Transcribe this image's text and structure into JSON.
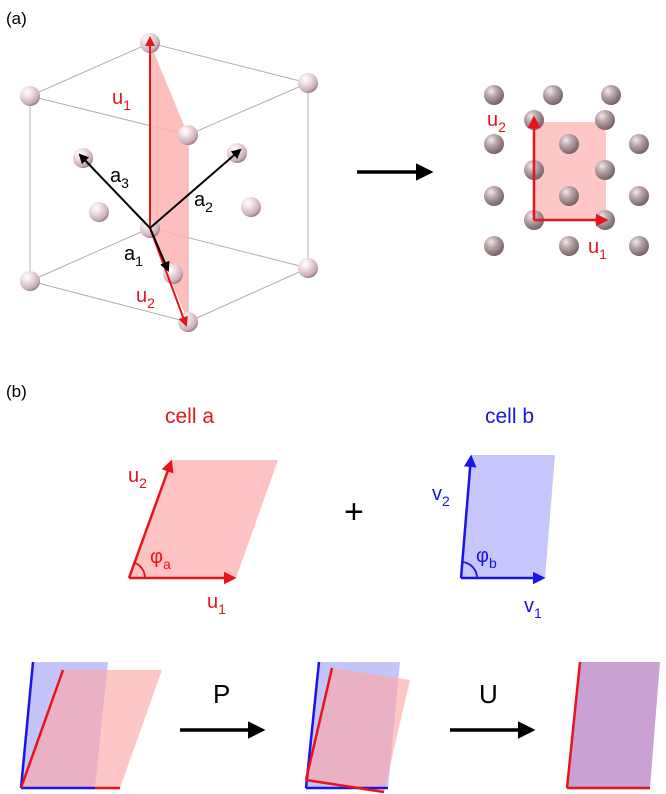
{
  "panel_a": {
    "label": "(a)",
    "vectors": {
      "u1": {
        "base": "u",
        "sub": "1"
      },
      "u2": {
        "base": "u",
        "sub": "2"
      },
      "a1": {
        "base": "a",
        "sub": "1"
      },
      "a2": {
        "base": "a",
        "sub": "2"
      },
      "a3": {
        "base": "a",
        "sub": "3"
      }
    },
    "projection": {
      "u1": {
        "base": "u",
        "sub": "1"
      },
      "u2": {
        "base": "u",
        "sub": "2"
      }
    }
  },
  "panel_b": {
    "label": "(b)",
    "cell_a": {
      "title": "cell a",
      "u1": {
        "base": "u",
        "sub": "1"
      },
      "u2": {
        "base": "u",
        "sub": "2"
      },
      "angle": {
        "base": "φ",
        "sub": "a"
      }
    },
    "plus": "+",
    "cell_b": {
      "title": "cell b",
      "v1": {
        "base": "v",
        "sub": "1"
      },
      "v2": {
        "base": "v",
        "sub": "2"
      },
      "angle": {
        "base": "φ",
        "sub": "b"
      }
    },
    "sequence": {
      "step1": "P",
      "step2": "U"
    }
  },
  "colors": {
    "red": "#e8141c",
    "blue": "#1a14e6",
    "red_fill": "#ffc2c2",
    "blue_fill": "#c6c6fa",
    "purple_fill": "#c9a2d3",
    "atom": "#e6cfd3"
  }
}
